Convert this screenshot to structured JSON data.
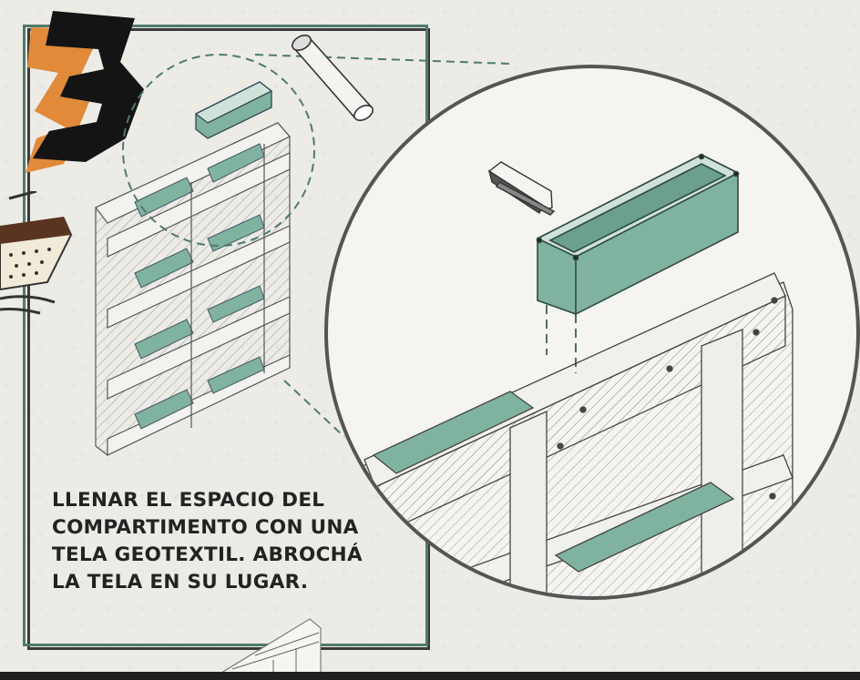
{
  "step": {
    "number": "3",
    "instruction_lines": [
      "LLENAR EL ESPACIO DEL",
      "COMPARTIMENTO CON UNA",
      "TELA GEOTEXTIL. ABROCHÁ",
      "LA TELA EN SU LUGAR."
    ]
  },
  "colors": {
    "frame": "#4f7a6c",
    "geotextile": "#7fb3a0",
    "step_number_black": "#141414",
    "step_number_orange": "#e08a3a"
  },
  "icons": {
    "tool_1": "stapler-icon",
    "tool_2": "fabric-roll-icon"
  }
}
